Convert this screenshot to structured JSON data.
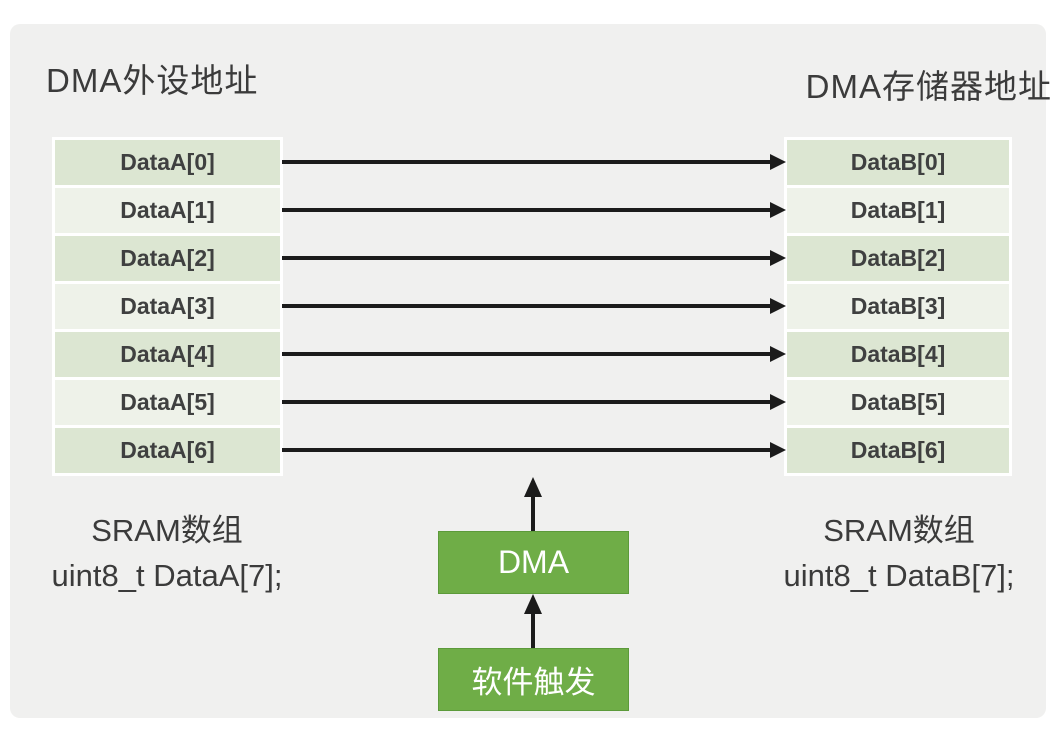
{
  "headers": {
    "left": "DMA外设地址",
    "right": "DMA存储器地址"
  },
  "left_column": {
    "rows": [
      "DataA[0]",
      "DataA[1]",
      "DataA[2]",
      "DataA[3]",
      "DataA[4]",
      "DataA[5]",
      "DataA[6]"
    ]
  },
  "right_column": {
    "rows": [
      "DataB[0]",
      "DataB[1]",
      "DataB[2]",
      "DataB[3]",
      "DataB[4]",
      "DataB[5]",
      "DataB[6]"
    ]
  },
  "captions": {
    "left_line1": "SRAM数组",
    "left_line2": "uint8_t DataA[7];",
    "right_line1": "SRAM数组",
    "right_line2": "uint8_t DataB[7];"
  },
  "blocks": {
    "dma": "DMA",
    "trigger": "软件触发"
  },
  "colors": {
    "canvas": "#f0f0ef",
    "row_dark": "#dce6d2",
    "row_light": "#eef2e9",
    "row_text": "#3f4040",
    "text_dark": "#3b3b3b",
    "block_green": "#6fad47",
    "block_border": "#5c9a3a",
    "arrow": "#1b1b1b"
  }
}
